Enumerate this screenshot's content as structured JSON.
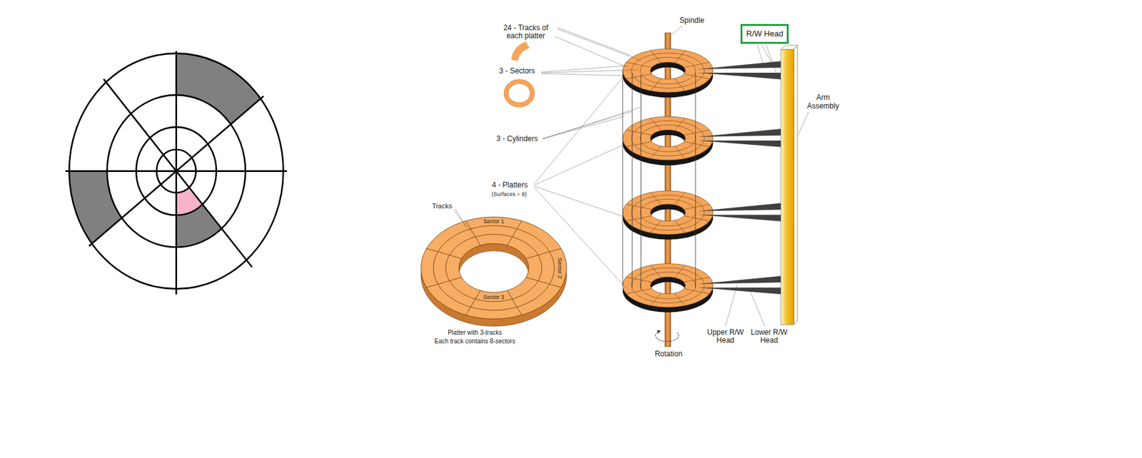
{
  "diagram": {
    "nodes": [
      {
        "text": [
          "R/W Head"
        ]
      }
    ],
    "labels": [
      "24 - Tracks of each platter",
      "3 - Sectors",
      "3 - Cylinders",
      "4 - Platters",
      "(Surfaces = 8)",
      "Tracks",
      "Sector 1",
      "Sector 2",
      "Sector 3",
      "Platter with 3-tracks",
      "Each track contains 8-sectors",
      "Spindle",
      "Arm Assembly",
      "Upper R/W Head",
      "Lower R/W Head",
      "Rotation"
    ]
  }
}
